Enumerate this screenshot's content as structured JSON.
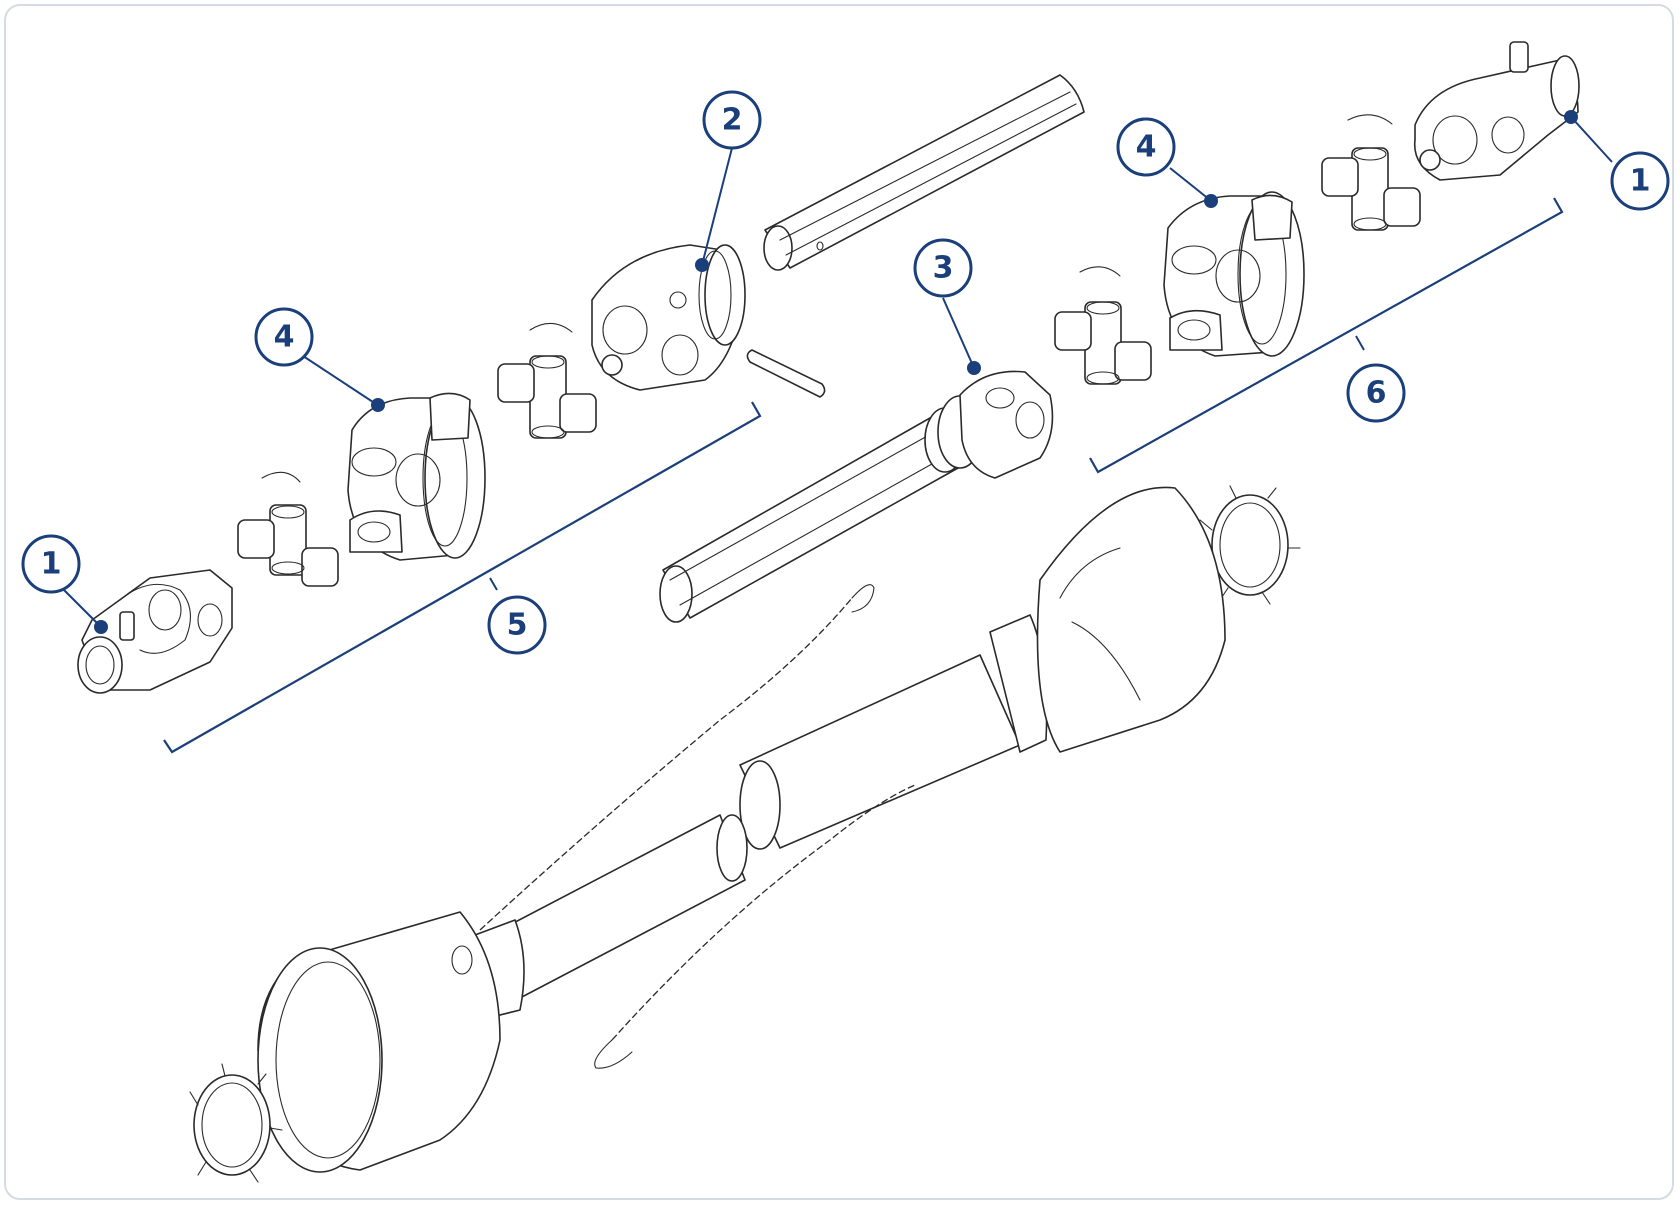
{
  "colors": {
    "accent": "#1a3f7a",
    "line": "#2a2a2a",
    "frame_border": "#d5dbe3",
    "background": "#ffffff"
  },
  "callouts": {
    "c1_left": "1",
    "c1_right": "1",
    "c2": "2",
    "c3": "3",
    "c4_left": "4",
    "c4_right": "4",
    "c5": "5",
    "c6": "6"
  }
}
